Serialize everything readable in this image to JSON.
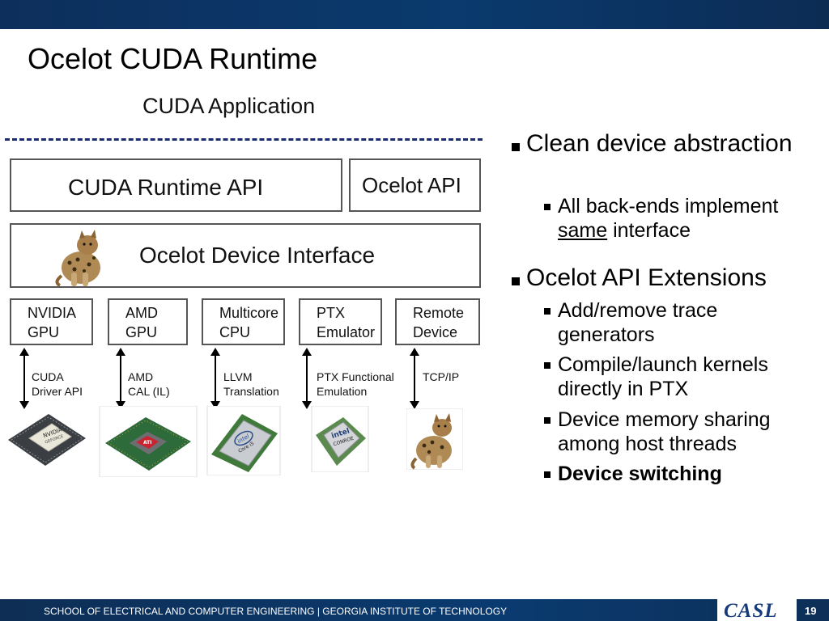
{
  "slide": {
    "title": "Ocelot CUDA Runtime",
    "page_number": "19",
    "footer_text": "SCHOOL OF ELECTRICAL AND COMPUTER ENGINEERING | GEORGIA INSTITUTE OF TECHNOLOGY",
    "logo_text": "CASL",
    "colors": {
      "header_bar": "#0a3a6e",
      "footer_bar": "#0a3b70",
      "dash_line": "#1a2a6c",
      "logo": "#173a7a"
    }
  },
  "diagram": {
    "app_label": "CUDA Application",
    "runtime_api": "CUDA Runtime API",
    "ocelot_api": "Ocelot API",
    "device_interface": "Ocelot Device Interface",
    "backends": [
      {
        "label": "NVIDIA\nGPU",
        "connector": "CUDA\nDriver API",
        "chip": "nvidia-gpu-chip"
      },
      {
        "label": "AMD\nGPU",
        "connector": "AMD\nCAL (IL)",
        "chip": "amd-gpu-chip"
      },
      {
        "label": "Multicore\nCPU",
        "connector": "LLVM\nTranslation",
        "chip": "intel-core-i5-chip"
      },
      {
        "label": "PTX\nEmulator",
        "connector": "PTX Functional\nEmulation",
        "chip": "intel-conroe-chip"
      },
      {
        "label": "Remote\nDevice",
        "connector": "TCP/IP",
        "chip": "ocelot-cat-photo"
      }
    ]
  },
  "bullets": {
    "b1": {
      "text": "Clean device abstraction"
    },
    "b1_sub1": {
      "before": "All back-ends implement ",
      "underlined": "same",
      "after": " interface"
    },
    "b2": {
      "text": "Ocelot API Extensions"
    },
    "b2_subs": [
      "Add/remove trace generators",
      "Compile/launch kernels directly in PTX",
      "Device memory sharing among host threads",
      "Device switching"
    ]
  }
}
